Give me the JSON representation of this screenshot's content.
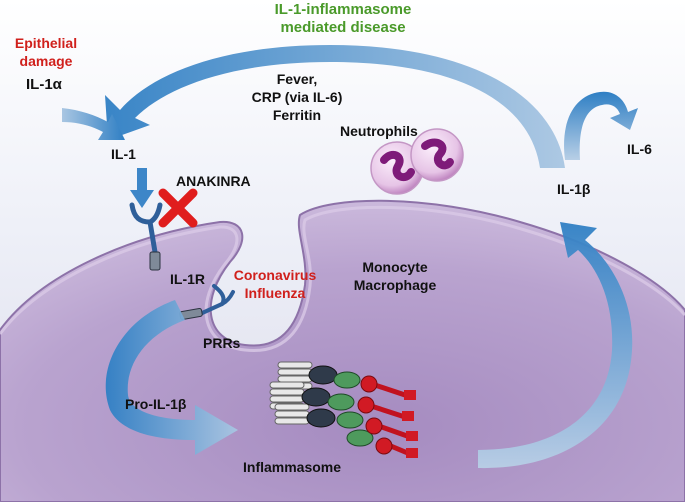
{
  "title_line1": "IL-1-inflammasome",
  "title_line2": "mediated disease",
  "epithelial_line1": "Epithelial",
  "epithelial_line2": "damage",
  "il1a": "IL-1α",
  "fever_line1": "Fever,",
  "fever_line2": "CRP (via IL-6)",
  "fever_line3": "Ferritin",
  "neutrophils": "Neutrophils",
  "il1": "IL-1",
  "anakinra": "ANAKINRA",
  "il6": "IL-6",
  "il1b": "IL-1β",
  "il1r": "IL-1R",
  "virus_line1": "Coronavirus",
  "virus_line2": "Influenza",
  "monocyte_line1": "Monocyte",
  "monocyte_line2": "Macrophage",
  "prrs": "PRRs",
  "pro_il1b": "Pro-IL-1β",
  "inflammasome": "Inflammasome",
  "colors": {
    "title_green": "#4a9a2a",
    "alert_red": "#d0201c",
    "cell_purple": "#b49ccb",
    "arrow_blue": "#3d86c8"
  }
}
